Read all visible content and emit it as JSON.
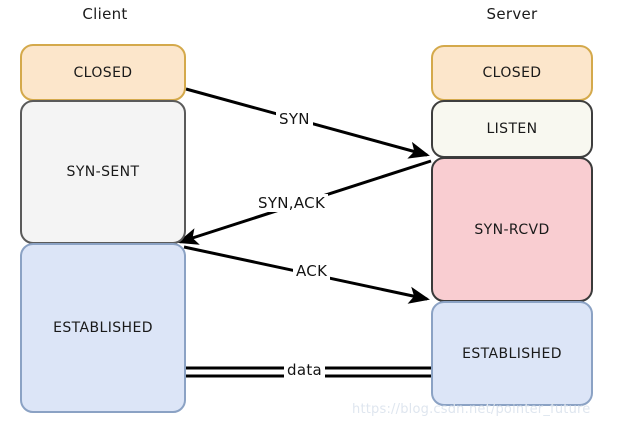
{
  "diagram": {
    "title_client": "Client",
    "title_server": "Server",
    "watermark": "https://blog.csdn.net/pointer_future",
    "colors": {
      "orange_fill": "#fce6cb",
      "orange_border": "#d4a94b",
      "ivory_fill": "#f8f8f0",
      "grey_fill": "#f4f4f4",
      "pink_fill": "#f9cdd1",
      "blue_fill": "#dce5f7",
      "blue_border": "#8ba2c4",
      "arrow": "#000000",
      "background": "#ffffff"
    },
    "client_states": [
      {
        "label": "CLOSED",
        "fill": "orange"
      },
      {
        "label": "SYN-SENT",
        "fill": "grey"
      },
      {
        "label": "ESTABLISHED",
        "fill": "blue"
      }
    ],
    "server_states": [
      {
        "label": "CLOSED",
        "fill": "orange"
      },
      {
        "label": "LISTEN",
        "fill": "ivory"
      },
      {
        "label": "SYN-RCVD",
        "fill": "pink"
      },
      {
        "label": "ESTABLISHED",
        "fill": "blue"
      }
    ],
    "messages": [
      {
        "label": "SYN",
        "direction": "client-to-server"
      },
      {
        "label": "SYN,ACK",
        "direction": "server-to-client"
      },
      {
        "label": "ACK",
        "direction": "client-to-server"
      },
      {
        "label": "data",
        "direction": "bidirectional"
      }
    ]
  }
}
